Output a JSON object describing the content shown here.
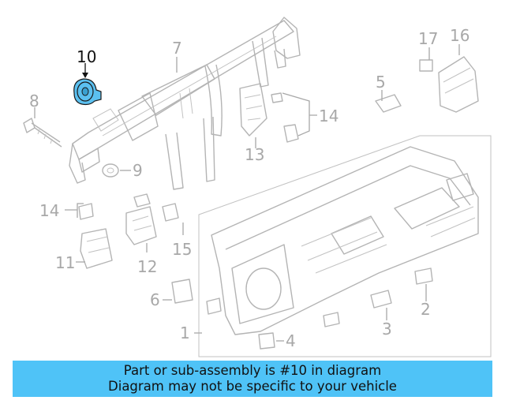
{
  "callouts": {
    "c1": "1",
    "c2": "2",
    "c3": "3",
    "c4": "4",
    "c5": "5",
    "c6": "6",
    "c7": "7",
    "c8": "8",
    "c9": "9",
    "c10": "10",
    "c11": "11",
    "c12": "12",
    "c13": "13",
    "c14a": "14",
    "c14b": "14",
    "c15": "15",
    "c16": "16",
    "c17": "17"
  },
  "highlight": {
    "part": "10",
    "color": "#5bc0f0"
  },
  "banner": {
    "line1": "Part or sub-assembly is #10 in diagram",
    "line2": "Diagram may not be specific to your vehicle",
    "color": "#4fc3f7"
  }
}
